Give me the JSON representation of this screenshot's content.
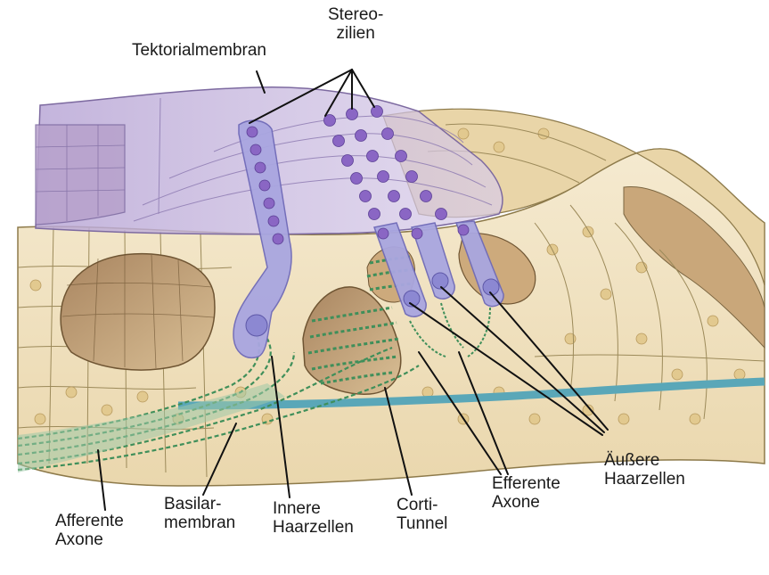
{
  "labels": {
    "stereozilien": [
      "Stereo-",
      "zilien"
    ],
    "tektorialmembran": [
      "Tektorialmembran"
    ],
    "afferente_axone": [
      "Afferente",
      "Axone"
    ],
    "basilarmembran": [
      "Basilar-",
      "membran"
    ],
    "innere_haarzellen": [
      "Innere",
      "Haarzellen"
    ],
    "corti_tunnel": [
      "Corti-",
      "Tunnel"
    ],
    "efferente_axone": [
      "Efferente",
      "Axone"
    ],
    "aeussere_haarzellen": [
      "Äußere",
      "Haarzellen"
    ]
  },
  "colors": {
    "tissue": "#f0e2bf",
    "tissue_dark": "#b8926a",
    "cell_outline": "#9c8a5a",
    "membrane": "#c7b8dc",
    "hair_cell": "#a9a6e0",
    "stereocilia": "#8a66c4",
    "nerve": "#3f8f5a",
    "basilar": "#5aa7b8"
  }
}
